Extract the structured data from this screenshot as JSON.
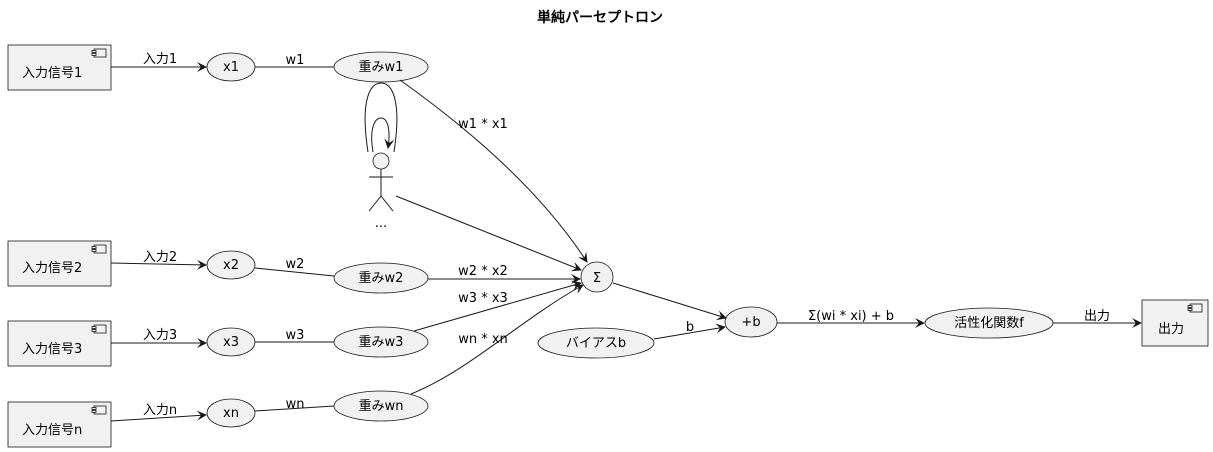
{
  "title": "単純パーセプトロン",
  "components": {
    "in1": "入力信号1",
    "in2": "入力信号2",
    "in3": "入力信号3",
    "inn": "入力信号n",
    "out": "出力"
  },
  "vars": {
    "x1": "x1",
    "x2": "x2",
    "x3": "x3",
    "xn": "xn"
  },
  "weights": {
    "w1": "重みw1",
    "w2": "重みw2",
    "w3": "重みw3",
    "wn": "重みwn"
  },
  "actor": "...",
  "sum": "Σ",
  "bias": "バイアスb",
  "plusb": "+b",
  "activation": "活性化関数f",
  "edges": {
    "in1_x1": "入力1",
    "in2_x2": "入力2",
    "in3_x3": "入力3",
    "inn_xn": "入力n",
    "x1_w1": "w1",
    "x2_w2": "w2",
    "x3_w3": "w3",
    "xn_wn": "wn",
    "w1_sum": "w1 * x1",
    "w2_sum": "w2 * x2",
    "w3_sum": "w3 * x3",
    "wn_sum": "wn * xn",
    "bias_plus": "b",
    "plus_act": "Σ(wi * xi) + b",
    "act_out": "出力"
  },
  "colors": {
    "node_fill": "#f1f1f1",
    "stroke": "#181818"
  }
}
